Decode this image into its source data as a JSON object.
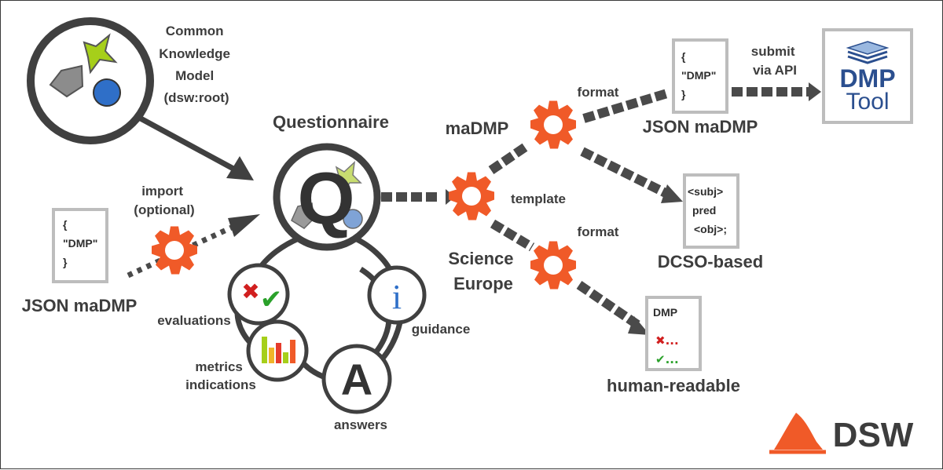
{
  "ckm": {
    "title_lines": [
      "Common",
      "Knowledge",
      "Model",
      "(dsw:root)"
    ]
  },
  "questionnaire": {
    "title": "Questionnaire",
    "letter": "Q"
  },
  "import": {
    "label_lines": [
      "import",
      "(optional)"
    ],
    "doc_lines": [
      "{",
      "\"DMP\"",
      "}"
    ],
    "caption": "JSON maDMP"
  },
  "modules": {
    "evaluations": "evaluations",
    "metrics_lines": [
      "metrics",
      "indications"
    ],
    "answers": "answers",
    "answers_letter": "A",
    "guidance": "guidance",
    "guidance_letter": "i"
  },
  "pipeline": {
    "template_label": "template",
    "madmp_label": "maDMP",
    "format_top": "format",
    "format_bottom": "format",
    "science_europe_lines": [
      "Science",
      "Europe"
    ]
  },
  "outputs": {
    "json": {
      "doc_lines": [
        "{",
        "\"DMP\"",
        "}"
      ],
      "caption": "JSON maDMP",
      "submit_lines": [
        "submit",
        "via API"
      ]
    },
    "dmptool": {
      "line1": "DMP",
      "line2": "Tool"
    },
    "dcso": {
      "doc_lines": [
        "<subj>",
        "pred",
        "<obj>;"
      ],
      "caption": "DCSO-based"
    },
    "human": {
      "doc_title": "DMP",
      "doc_marks": [
        "✖...",
        "✔..."
      ],
      "caption": "human-readable"
    }
  },
  "brand": {
    "logo_text": "DSW"
  },
  "colors": {
    "gear": "#f05a28",
    "dark": "#404040",
    "doc_border": "#bdbdbd",
    "lime": "#a6cf1a",
    "blue": "#2f6fc8",
    "gray_shape": "#8c8c8c",
    "red": "#d11f1f",
    "green": "#2aa12a",
    "dmptool_blue": "#2b4f8f"
  }
}
